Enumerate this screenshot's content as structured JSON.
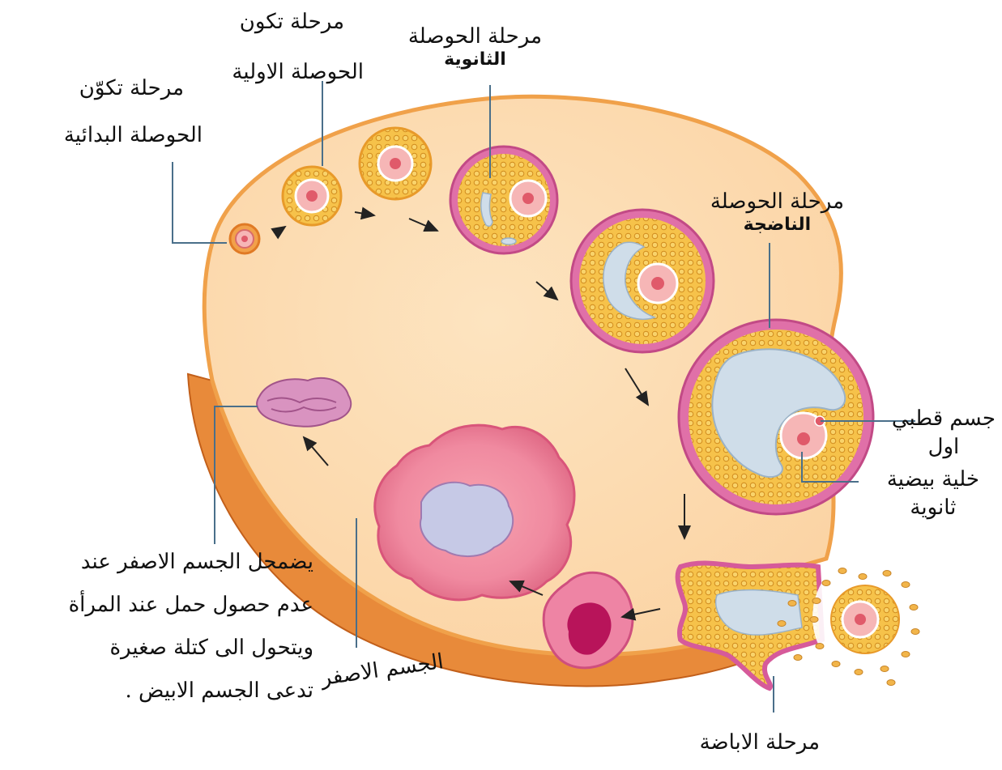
{
  "labels": {
    "primordial_1": "مرحلة تكوّن",
    "primordial_2": "الحوصلة البدائية",
    "primary_1": "مرحلة تكون",
    "primary_2": "الحوصلة الاولية",
    "secondary_1": "مرحلة الحوصلة",
    "secondary_2": "الثانوية",
    "mature_1": "مرحلة الحوصلة",
    "mature_2": "الناضجة",
    "polar_body_1": "جسم قطبي",
    "polar_body_2": "اول",
    "oocyte_1": "خلية بيضية",
    "oocyte_2": "ثانوية",
    "ovulation": "مرحلة الاباضة",
    "corpus_luteum": "الجسم الاصفر"
  },
  "corpus_albicans_note": [
    "يضمحل الجسم الاصفر عند",
    "عدم حصول حمل عند المرأة",
    "ويتحول الى كتلة صغيرة",
    "تدعى الجسم الابيض ."
  ],
  "colors": {
    "ovary_fill": "#fde0b8",
    "ovary_edge": "#f0a14a",
    "follicle_cells": "#f4b93a",
    "theca": "#d65a9a",
    "antrum": "#cfdde9",
    "oocyte": "#f6b6b6",
    "corpus_luteum": "#ef7d97",
    "corpus_albicans": "#c77aa6"
  }
}
